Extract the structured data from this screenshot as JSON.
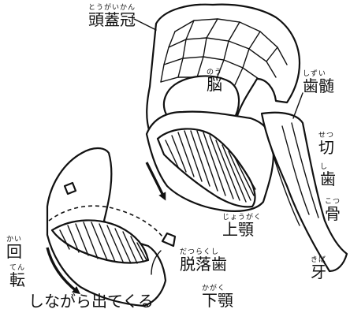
{
  "labels": {
    "skull": {
      "text": "頭蓋冠",
      "ruby": "とうがいかん"
    },
    "brain": {
      "text": "脳",
      "ruby": "のう"
    },
    "pulp": {
      "text": "歯髄",
      "ruby": "しずい"
    },
    "incisor_1": {
      "text": "切",
      "ruby": "せつ"
    },
    "incisor_2": {
      "text": "歯",
      "ruby": "し"
    },
    "bone": {
      "text": "骨",
      "ruby": "こつ"
    },
    "tusk": {
      "text": "牙",
      "ruby": "きば"
    },
    "upper_jaw": {
      "text": "上顎",
      "ruby": "じょうがく"
    },
    "shed_tooth": {
      "text": "脱落歯",
      "ruby": "だつらくし"
    },
    "lower_jaw": {
      "text": "下顎",
      "ruby": "かがく"
    },
    "rotation_1": {
      "text": "回",
      "ruby": "かい"
    },
    "rotation_2": {
      "text": "転",
      "ruby": "てん"
    },
    "emerge_text": {
      "text": "しながら出てくる"
    }
  }
}
